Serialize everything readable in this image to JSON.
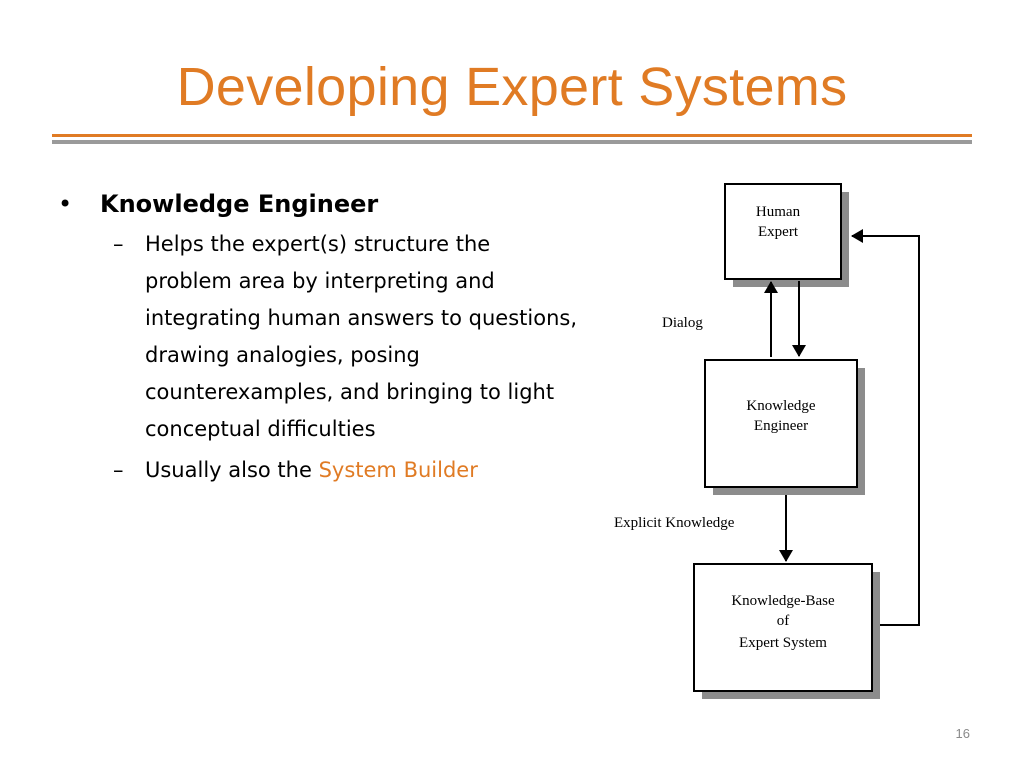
{
  "slide": {
    "title": "Developing Expert Systems",
    "page_number": "16"
  },
  "bullets": {
    "heading": "Knowledge Engineer",
    "items": [
      {
        "text": "Helps the expert(s) structure the problem area by interpreting and integrating human answers to questions, drawing analogies, posing counterexamples, and bringing to light conceptual difficulties"
      },
      {
        "prefix": "Usually also the ",
        "highlight": "System Builder"
      }
    ]
  },
  "diagram": {
    "nodes": {
      "human_expert": [
        "Human",
        "Expert"
      ],
      "knowledge_engineer": [
        "Knowledge",
        "Engineer"
      ],
      "knowledge_base": [
        "Knowledge-Base",
        "of",
        "Expert System"
      ]
    },
    "edge_labels": {
      "dialog": "Dialog",
      "explicit_knowledge": "Explicit Knowledge"
    }
  },
  "colors": {
    "accent": "#e07b24",
    "rule_gray": "#9a9a9a",
    "box_shadow": "#8c8c8c"
  }
}
